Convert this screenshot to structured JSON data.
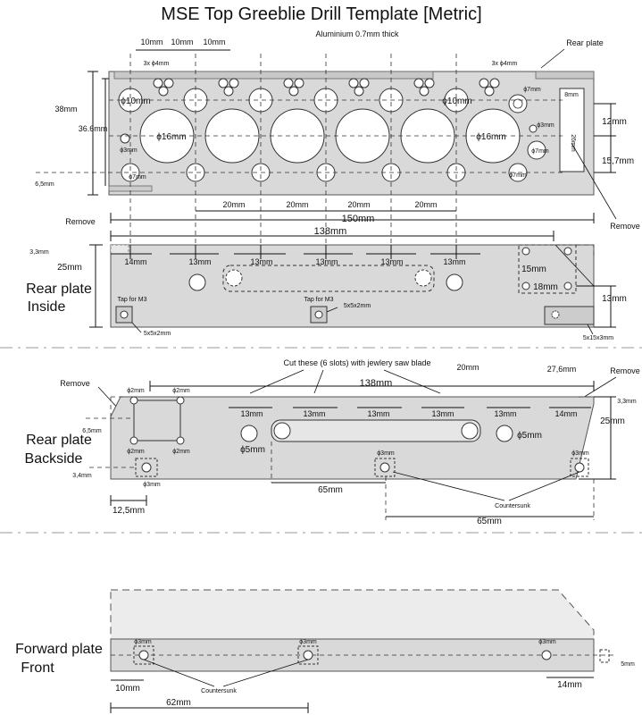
{
  "title": "MSE Top Greeblie Drill Template [Metric]",
  "top": {
    "material": "Aluminium 0.7mm thick",
    "rear_plate": "Rear plate",
    "three_x_4": "3x ϕ4mm",
    "d10": "ϕ10mm",
    "d16": "ϕ16mm",
    "d7": "ϕ7mm",
    "d3": "ϕ3mm",
    "d8": "8mm",
    "d26": "26mm",
    "top10": [
      "10mm",
      "10mm",
      "10mm"
    ],
    "h38": "38mm",
    "h36": "36.6mm",
    "h6_5": "6,5mm",
    "r12": "12mm",
    "r15_7": "15,7mm",
    "spacings20": [
      "20mm",
      "20mm",
      "20mm",
      "20mm"
    ],
    "w150": "150mm",
    "remove": "Remove"
  },
  "inside": {
    "label_line1": "Rear plate",
    "label_line2": "Inside",
    "w138": "138mm",
    "h3_3": "3,3mm",
    "h25": "25mm",
    "segs": [
      "14mm",
      "13mm",
      "13mm",
      "13mm",
      "13mm",
      "13mm"
    ],
    "d15": "15mm",
    "d18": "18mm",
    "r13": "13mm",
    "tap1": "Tap for M3",
    "tap2": "Tap for M3",
    "nut1": "5x5x2mm",
    "nut2": "5x5x2mm",
    "nut3": "5x15x3mm"
  },
  "back": {
    "label_line1": "Rear plate",
    "label_line2": "Backside",
    "remove_left": "Remove",
    "remove_right": "Remove",
    "slots_note": "Cut these (6 slots) with jewlery saw blade",
    "w138": "138mm",
    "d20": "20mm",
    "d27_6": "27,6mm",
    "h3_3": "3,3mm",
    "h25": "25mm",
    "h6_5": "6,5mm",
    "h3_4": "3,4mm",
    "phi2": "ϕ2mm",
    "segs": [
      "13mm",
      "13mm",
      "13mm",
      "13mm",
      "13mm",
      "14mm"
    ],
    "phi5": "ϕ5mm",
    "phi3": "ϕ3mm",
    "w12_5": "12,5mm",
    "w65a": "65mm",
    "w65b": "65mm",
    "countersunk": "Countersunk"
  },
  "front": {
    "label_line1": "Forward plate",
    "label_line2": "Front",
    "phi3": "ϕ3mm",
    "w10": "10mm",
    "w14": "14mm",
    "w62": "62mm",
    "h5": "5mm",
    "countersunk": "Countersunk"
  }
}
